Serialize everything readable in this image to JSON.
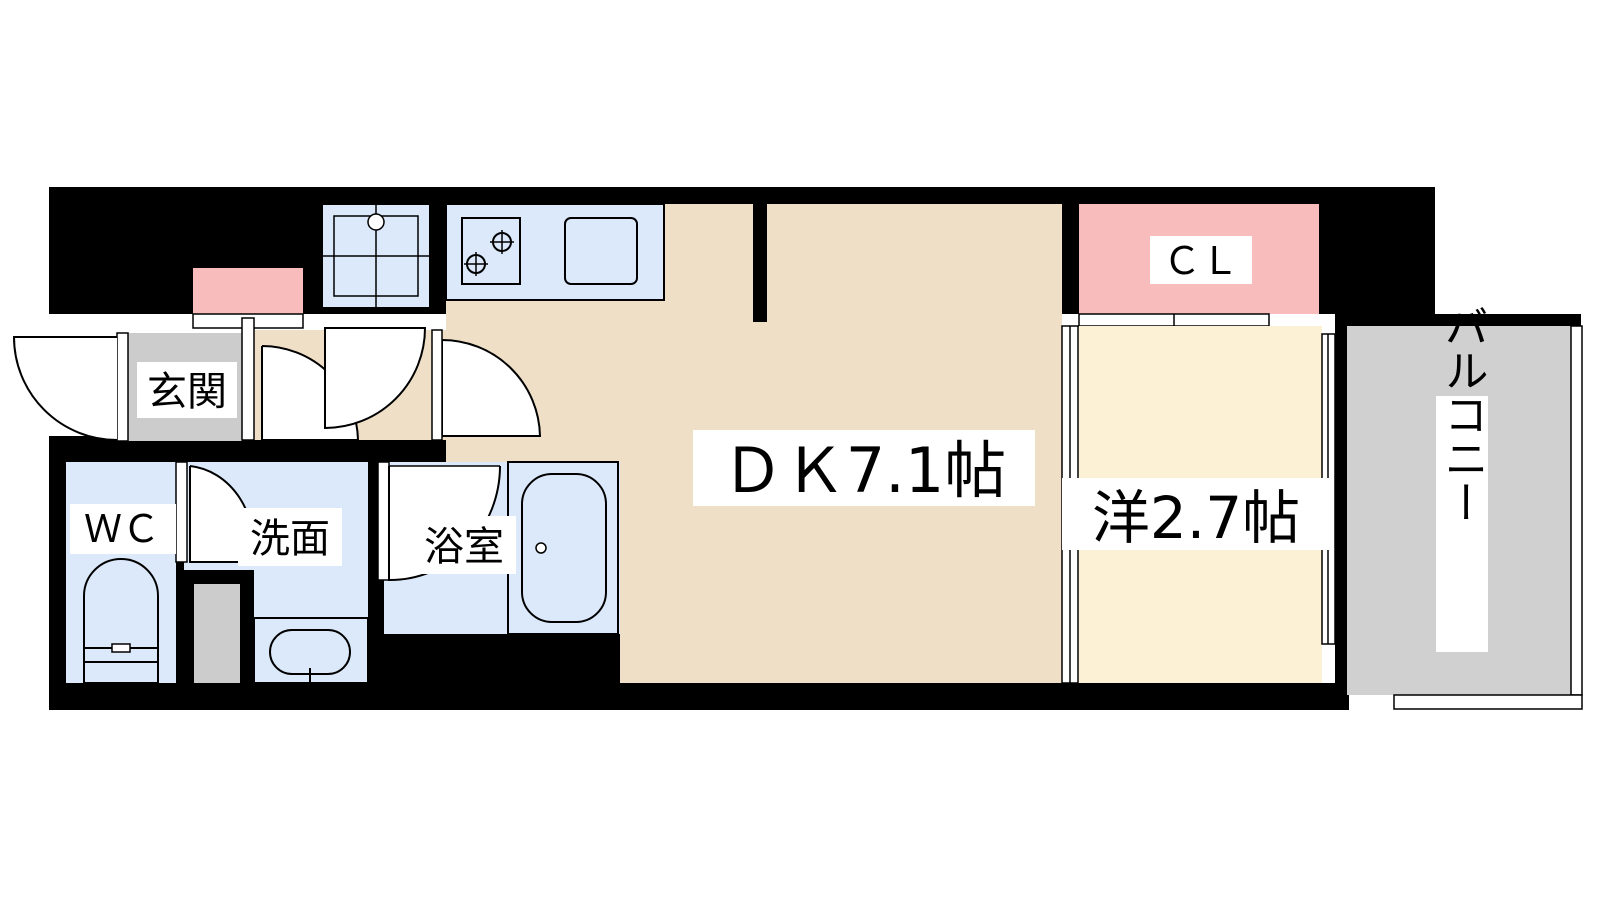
{
  "floorplan": {
    "rooms": {
      "dk": {
        "label": "ＤＫ7.1帖"
      },
      "western": {
        "label": "洋2.7帖"
      },
      "closet": {
        "label": "ＣＬ"
      },
      "entrance": {
        "label": "玄関"
      },
      "washroom": {
        "label": "洗面"
      },
      "bathroom": {
        "label": "浴室"
      },
      "toilet": {
        "label": "ＷＣ"
      },
      "balcony": {
        "label": "バルコニー"
      }
    },
    "colors": {
      "wall": "#000000",
      "dk_floor": "#efdfc6",
      "western_floor": "#fcf1d4",
      "closet": "#f8bcbc",
      "water_area": "#dce9fb",
      "entrance_floor": "#cccccc",
      "balcony": "#d0d0d0",
      "line": "#000000"
    },
    "fixtures": [
      "stove-icon",
      "sink-icon",
      "washing-machine-icon",
      "bathtub-icon",
      "toilet-icon",
      "wash-basin-icon",
      "shoe-cabinet-icon",
      "storage-icon"
    ]
  }
}
